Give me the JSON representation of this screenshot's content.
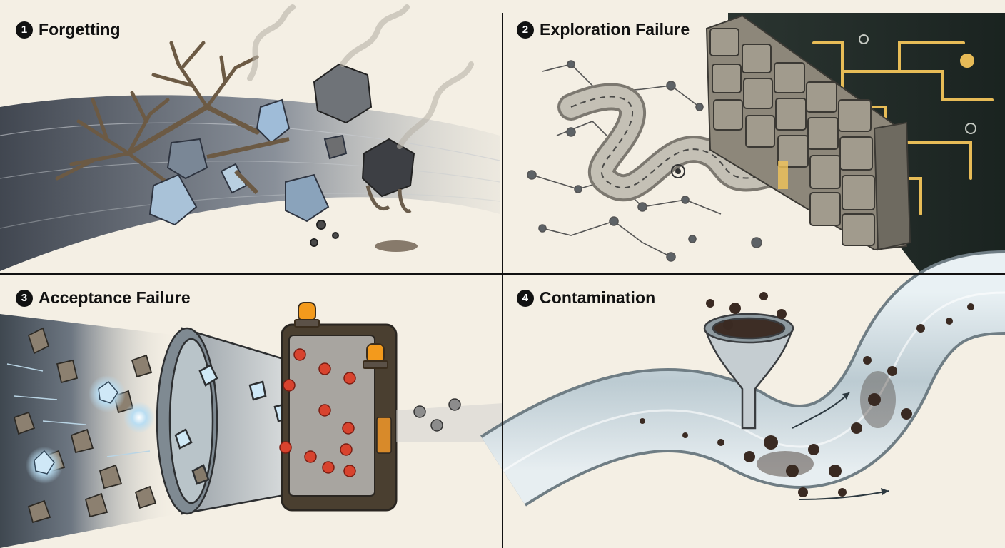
{
  "panels": [
    {
      "number": "1",
      "title": "Forgetting"
    },
    {
      "number": "2",
      "title": "Exploration Failure"
    },
    {
      "number": "3",
      "title": "Acceptance Failure"
    },
    {
      "number": "4",
      "title": "Contamination"
    }
  ],
  "colors": {
    "paper": "#f4efe4",
    "ink": "#111111",
    "stone": "#7d776b",
    "glow": "#f2c45a",
    "crystal": "#8fb6d6",
    "warning_lamp": "#f39a1c",
    "reject_mark": "#d8432e",
    "contaminant": "#3a2a22"
  },
  "icons": [
    "branching-tree-illustration",
    "crystal-cluster-illustration",
    "decaying-rock-illustration",
    "maze-path-illustration",
    "stone-wall-illustration",
    "glowing-circuit-illustration",
    "funnel-illustration",
    "filter-box-illustration",
    "warning-lamp-icon",
    "reject-x-icon",
    "pipe-illustration",
    "contaminant-particle-illustration"
  ]
}
